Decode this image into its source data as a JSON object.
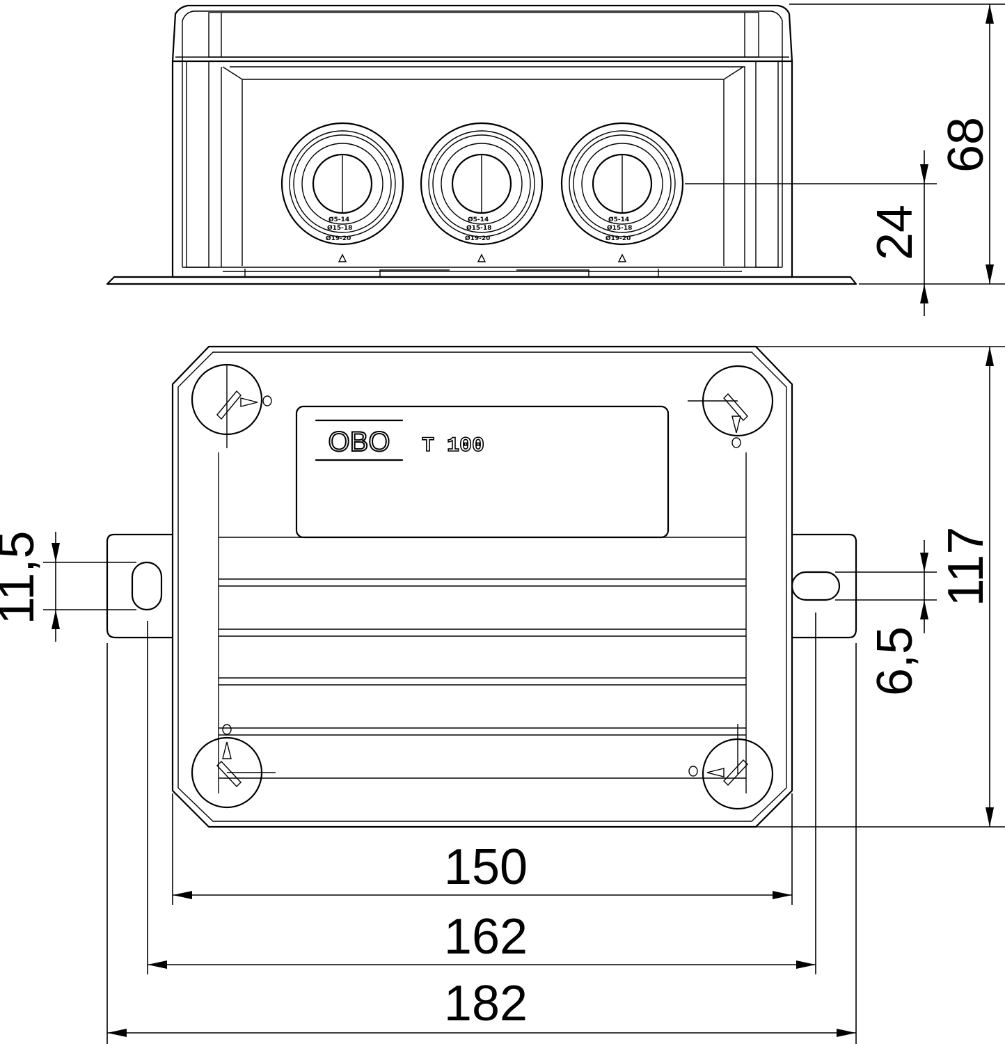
{
  "product": {
    "brand_logo": "OBO",
    "type_label": "T 100"
  },
  "side_view": {
    "glands": [
      {
        "ranges": [
          "Ø5-14",
          "Ø15-18",
          "Ø19-20"
        ]
      },
      {
        "ranges": [
          "Ø5-14",
          "Ø15-18",
          "Ø19-20"
        ]
      },
      {
        "ranges": [
          "Ø5-14",
          "Ø15-18",
          "Ø19-20"
        ]
      }
    ]
  },
  "dimensions": {
    "height_total": "68",
    "gland_center_height": "24",
    "depth_total": "117",
    "slot_offset": "6,5",
    "slot_length": "11,5",
    "width_body": "150",
    "width_hole_spacing": "162",
    "width_overall": "182"
  }
}
